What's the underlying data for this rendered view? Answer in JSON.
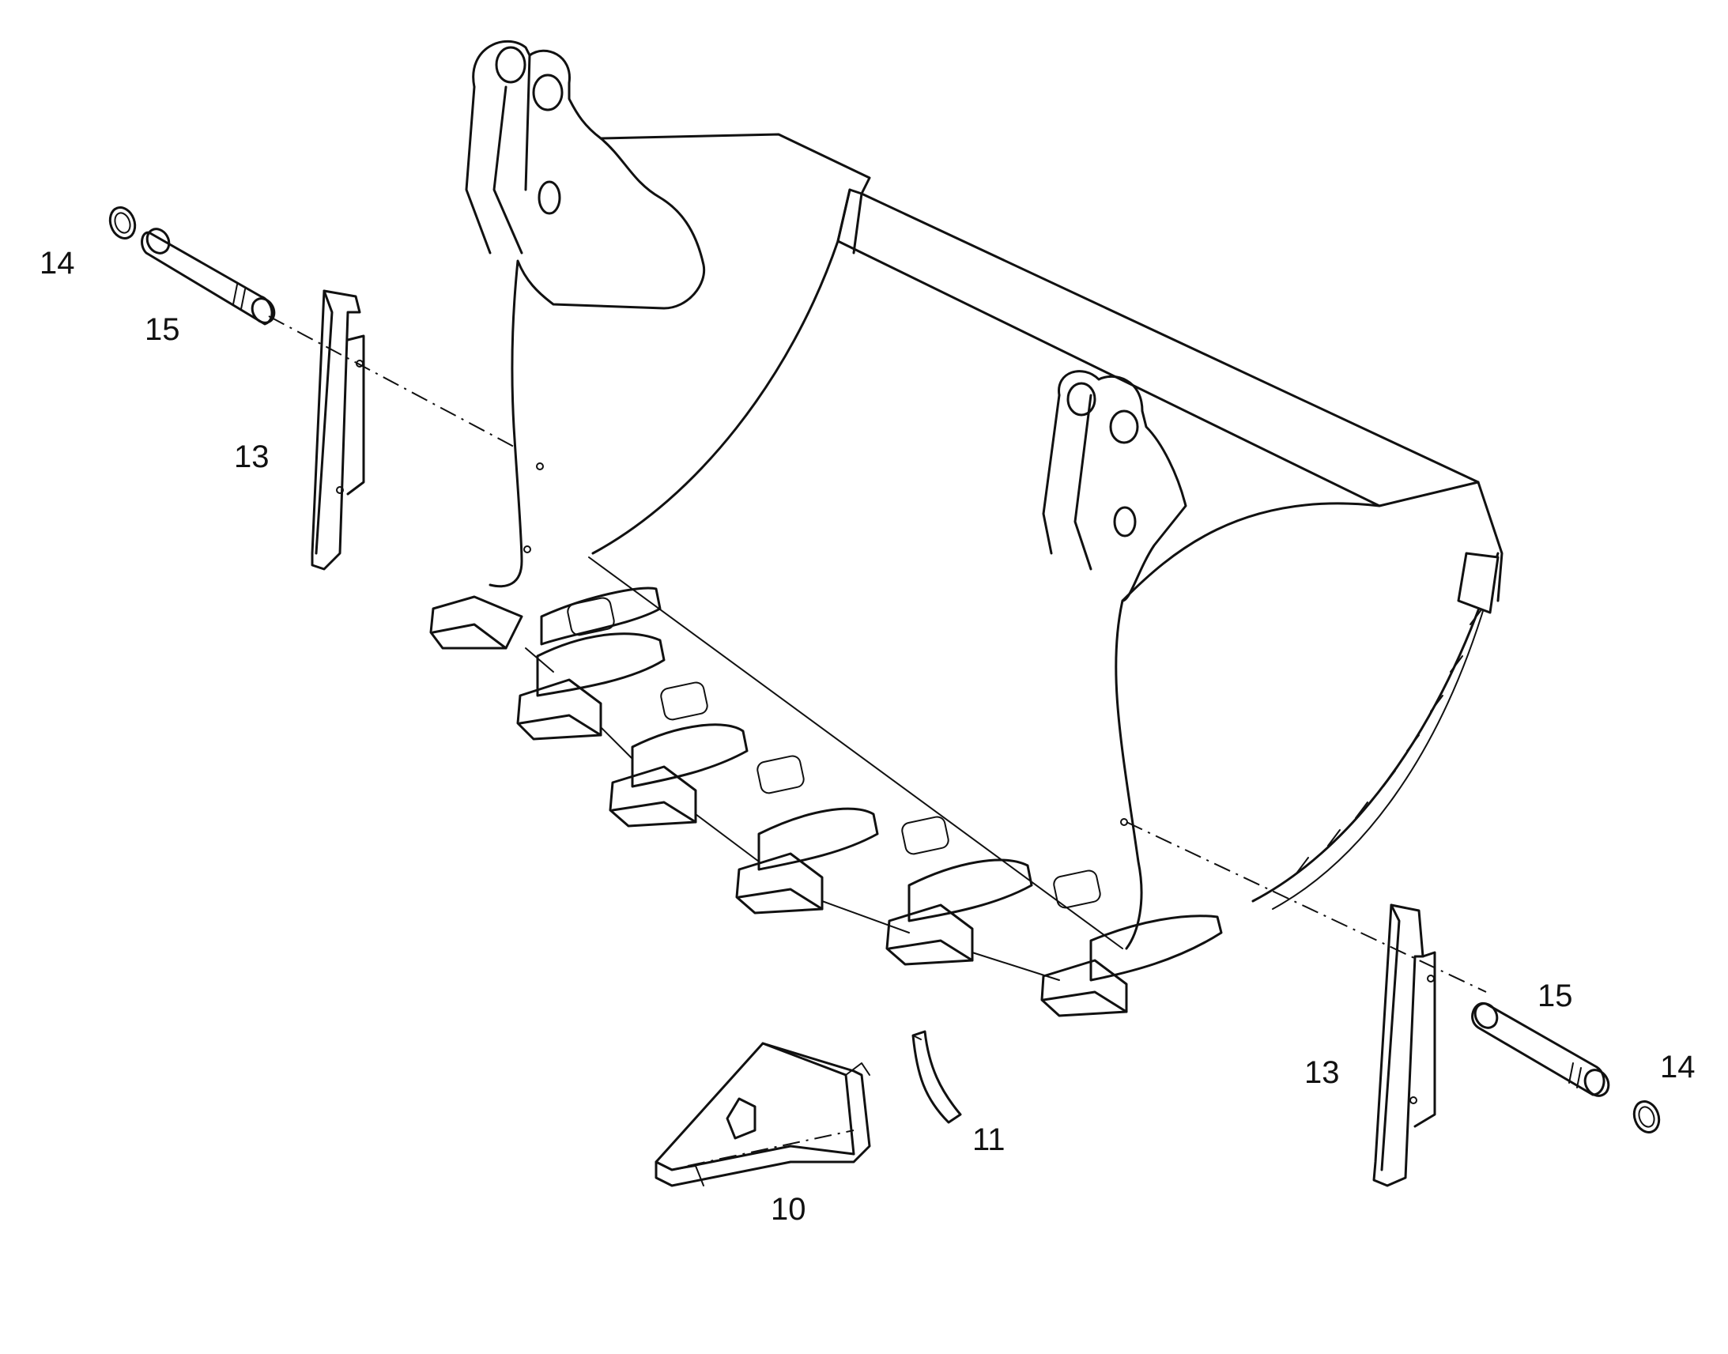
{
  "callouts": {
    "left_14": "14",
    "left_15": "15",
    "left_13": "13",
    "right_13": "13",
    "right_15": "15",
    "right_14": "14",
    "tooth_10": "10",
    "pin_11": "11"
  },
  "colors": {
    "line": "#111111",
    "background": "#ffffff"
  }
}
